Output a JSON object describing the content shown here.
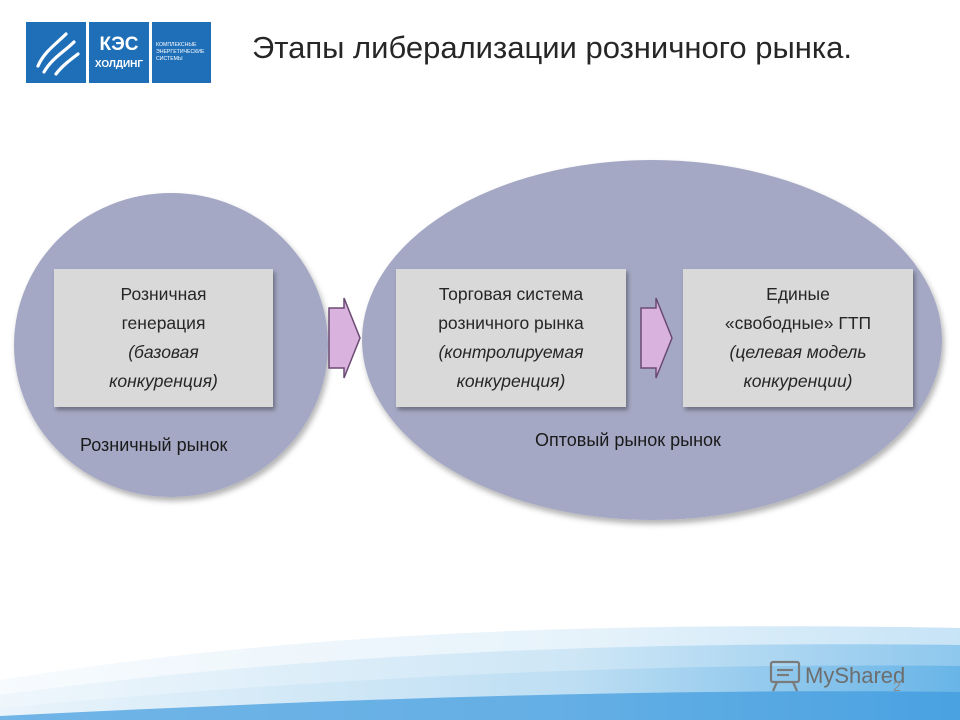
{
  "header": {
    "title": "Этапы либерализации розничного рынка."
  },
  "logo": {
    "brand": "КЭС",
    "brand_sub": "ХОЛДИНГ",
    "tagline": [
      "КОМПЛЕКСНЫЕ",
      "ЭНЕРГЕТИЧЕСКИЕ",
      "СИСТЕМЫ"
    ],
    "color": "#1f6fb8"
  },
  "diagram": {
    "retail_market_label": "Розничный рынок",
    "wholesale_market_label": "Оптовый рынок рынок",
    "stages": [
      {
        "line1": "Розничная",
        "line2": "генерация",
        "line3": "(базовая",
        "line4": "конкуренция)"
      },
      {
        "line1": "Торговая система",
        "line2": "розничного рынка",
        "line3": "(контролируемая",
        "line4": "конкуренция)"
      },
      {
        "line1": "Единые",
        "line2": "«свободные» ГТП",
        "line3": "(целевая модель",
        "line4": "конкуренции)"
      }
    ],
    "colors": {
      "ellipse_fill": "#a4a8c4",
      "box_fill": "#d9d9d9",
      "arrow_fill": "#d9b3de",
      "arrow_stroke": "#6a4a73"
    }
  },
  "footer": {
    "watermark": "MyShared",
    "slide_number": "2"
  }
}
